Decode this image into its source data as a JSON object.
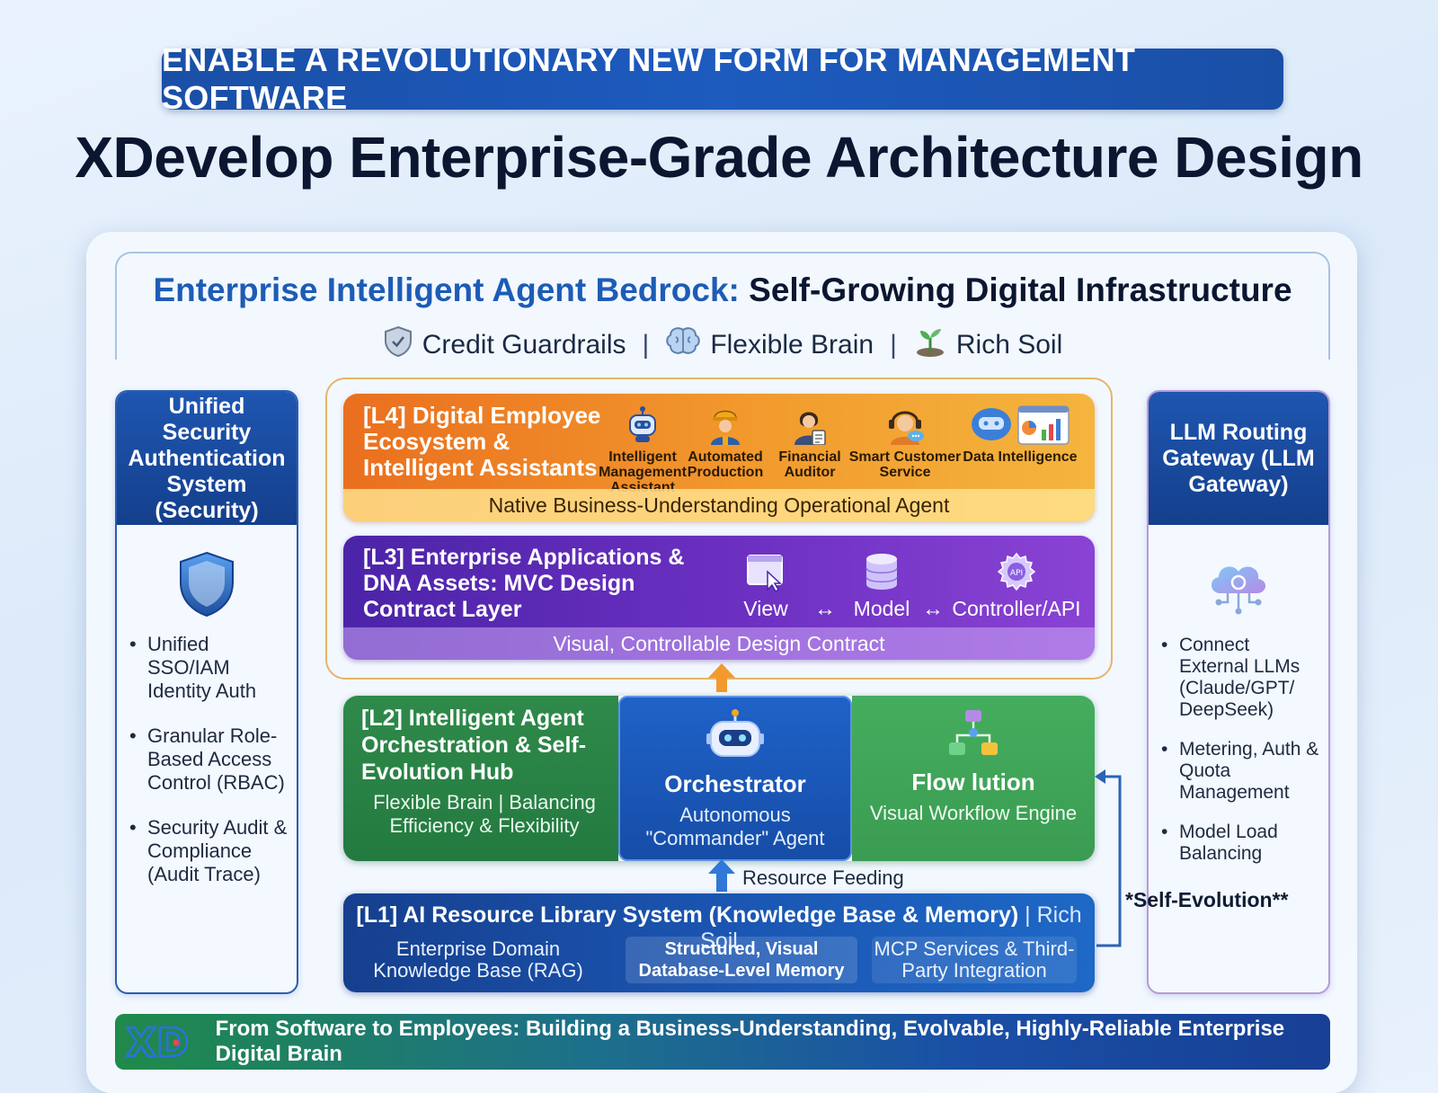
{
  "banner": "ENABLE A REVOLUTIONARY NEW FORM FOR MANAGEMENT SOFTWARE",
  "title": "XDevelop Enterprise-Grade Architecture Design",
  "bedrock": {
    "title_blue": "Enterprise Intelligent Agent Bedrock:",
    "title_dark": "Self-Growing Digital Infrastructure",
    "pillars": [
      {
        "icon": "shield-icon",
        "label": "Credit Guardrails"
      },
      {
        "icon": "brain-icon",
        "label": "Flexible Brain"
      },
      {
        "icon": "sprout-icon",
        "label": "Rich Soil"
      }
    ],
    "separator": "|"
  },
  "security_panel": {
    "title": "Unified Security Authentication System (Security)",
    "icon": "shield-icon",
    "items": [
      "Unified SSO/IAM Identity Auth",
      "Granular Role-Based Access Control (RBAC)",
      "Security Audit & Compliance (Audit Trace)"
    ]
  },
  "llm_panel": {
    "title": "LLM Routing Gateway (LLM Gateway)",
    "icon": "cloud-network-icon",
    "items": [
      "Connect External LLMs (Claude/GPT/ DeepSeek)",
      "Metering, Auth & Quota Management",
      "Model Load Balancing"
    ]
  },
  "l4": {
    "title": "[L4] Digital Employee Ecosystem & Intelligent Assistants",
    "items": [
      {
        "icon": "robot-icon",
        "label": "Intelligent Management Assistant"
      },
      {
        "icon": "worker-icon",
        "label": "Automated Production"
      },
      {
        "icon": "auditor-icon",
        "label": "Financial Auditor"
      },
      {
        "icon": "headset-icon",
        "label": "Smart Customer Service"
      },
      {
        "icon": "chart-icon",
        "label": "Data Intelligence"
      }
    ],
    "footer": "Native Business-Understanding Operational Agent",
    "colors": {
      "start": "#ea6f1f",
      "end": "#f4b53e"
    }
  },
  "l3": {
    "title": "[L3] Enterprise Applications & DNA Assets: MVC Design Contract Layer",
    "view": "View",
    "model": "Model",
    "controller": "Controller/API",
    "arrow": "↔",
    "footer": "Visual, Controllable Design Contract",
    "colors": {
      "start": "#4b24a8",
      "end": "#8a43d4"
    }
  },
  "l2": {
    "title": "[L2] Intelligent Agent Orchestration & Self-Evolution Hub",
    "subtitle": "Flexible Brain | Balancing Efficiency & Flexibility",
    "orchestrator": {
      "title": "Orchestrator",
      "subtitle": "Autonomous \"Commander\" Agent"
    },
    "flow": {
      "title": "Flow lution",
      "subtitle": "Visual Workflow Engine"
    }
  },
  "resource_feeding": "Resource Feeding",
  "self_evolution": "*Self-Evolution**",
  "l1": {
    "title": "[L1] AI Resource Library System (Knowledge Base & Memory)",
    "title_suffix": "| Rich Soil",
    "cells": [
      "Enterprise Domain Knowledge Base (RAG)",
      "Structured, Visual Database-Level Memory",
      "MCP Services & Third-Party Integration"
    ]
  },
  "footer": {
    "logo": "XD",
    "text": "From Software to Employees: Building a Business-Understanding, Evolvable, Highly-Reliable Enterprise Digital Brain"
  }
}
